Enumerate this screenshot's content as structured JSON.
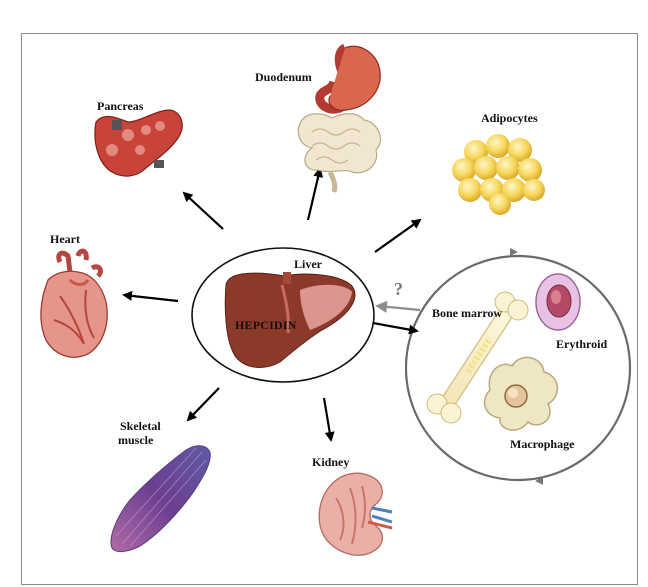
{
  "labels": {
    "pancreas": "Pancreas",
    "duodenum": "Duodenum",
    "adipocytes": "Adipocytes",
    "heart": "Heart",
    "liver": "Liver",
    "hepcidin": "HEPCIDIN",
    "question": "?",
    "bone_marrow": "Bone marrow",
    "erythroid": "Erythroid",
    "macrophage": "Macrophage",
    "skeletal_muscle_line1": "Skeletal",
    "skeletal_muscle_line2": "muscle",
    "kidney": "Kidney"
  },
  "colors": {
    "arrow": "#000000",
    "feedback_arrow": "#8c8c8c",
    "liver": "#8b3a2a",
    "pancreas": "#c8433a",
    "adipocytes": "#f5d65a",
    "muscle": "#7b4f9e",
    "kidney": "#e9a6a6"
  }
}
